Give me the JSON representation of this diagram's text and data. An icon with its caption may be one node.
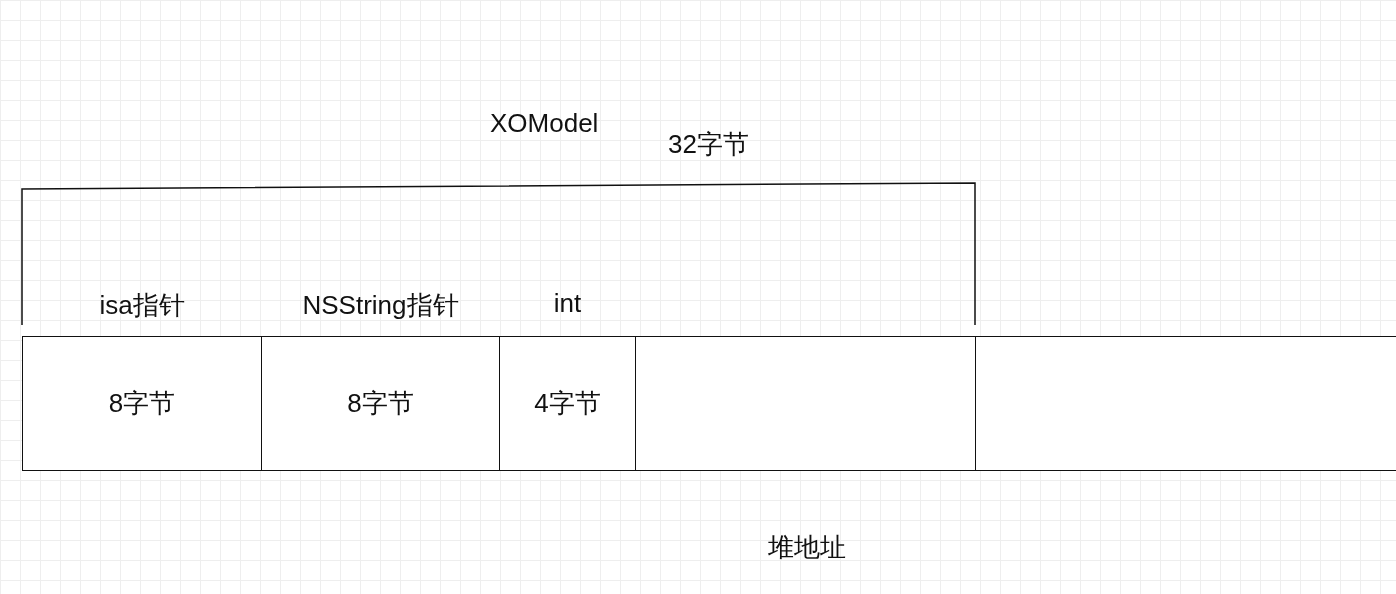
{
  "diagram": {
    "nodes": [
      {
        "text": [
          "isa指针",
          "8字节"
        ]
      },
      {
        "text": [
          "NSString指针",
          "8字节"
        ]
      },
      {
        "text": [
          "int",
          "4字节"
        ]
      },
      {
        "text": [],
        "shape": "box"
      },
      {
        "text": [],
        "shape": "box"
      }
    ],
    "edges": [],
    "labels": [
      "XOModel",
      "32字节",
      "堆地址"
    ]
  }
}
